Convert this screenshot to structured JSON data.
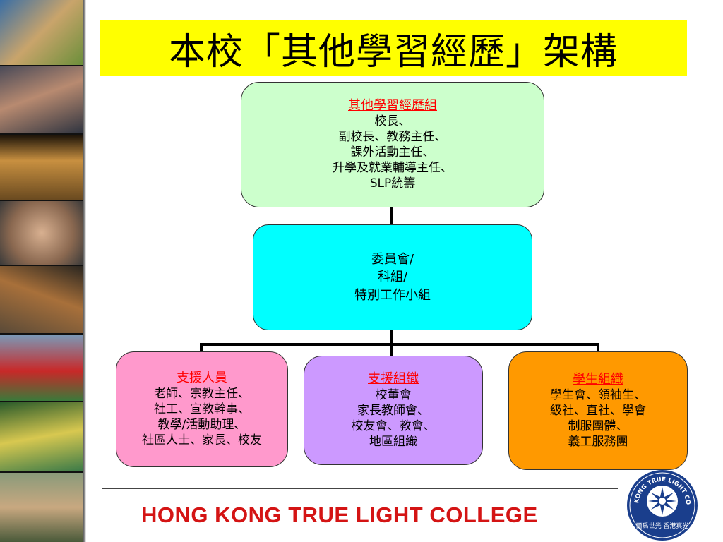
{
  "title": "本校「其他學習經歷」架構",
  "chart": {
    "top": {
      "heading": "其他學習經歷組",
      "lines": [
        "校長、",
        "副校長、教務主任、",
        "課外活動主任、",
        "升學及就業輔導主任、",
        "SLP統籌"
      ]
    },
    "middle": {
      "lines": [
        "委員會/",
        "科組/",
        "特別工作小組"
      ]
    },
    "left": {
      "heading": "支援人員",
      "lines": [
        "老師、宗教主任、",
        "社工、宣教幹事、",
        "教學/活動助理、",
        "社區人士、家長、校友"
      ]
    },
    "center": {
      "heading": "支援組織",
      "lines": [
        "校董會",
        "家長教師會、",
        "校友會、教會、",
        "地區組織"
      ]
    },
    "right": {
      "heading": "學生組織",
      "lines": [
        "學生會、領袖生、",
        "級社、直社、學會",
        "制服團體、",
        "義工服務團"
      ]
    }
  },
  "footer": {
    "college_name": "HONG KONG TRUE LIGHT COLLEGE"
  },
  "logo": {
    "text": "HONG KONG TRUE LIGHT COLLEGE",
    "motto": "爾爲世光 香港真光"
  },
  "colors": {
    "title_banner": "#ffff00",
    "top_box": "#ccffcc",
    "middle_box": "#00ffff",
    "left_box": "#ff99cc",
    "center_box": "#cc99ff",
    "right_box": "#ff9900",
    "heading_red": "#ff0000",
    "college_red": "#d41414",
    "logo_blue": "#1a3e8c"
  }
}
